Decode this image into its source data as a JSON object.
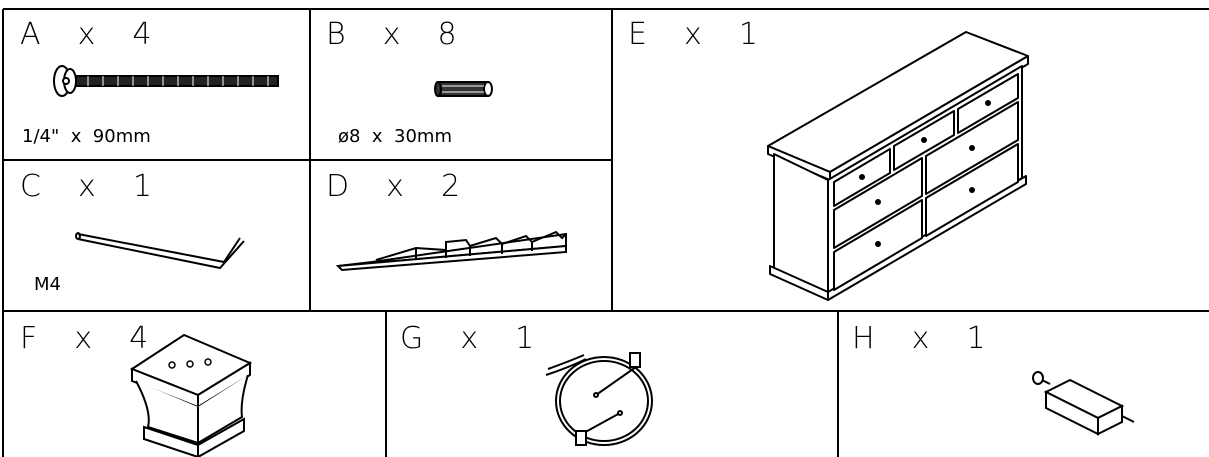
{
  "parts": {
    "A": {
      "label": "A  x  4",
      "spec": "1/4\"  x  90mm",
      "icon": "bolt-icon"
    },
    "B": {
      "label": "B  x  8",
      "spec": "ø8  x  30mm",
      "icon": "wooden-dowel-icon"
    },
    "C": {
      "label": "C  x  1",
      "spec": "M4",
      "icon": "allen-key-icon"
    },
    "D": {
      "label": "D  x  2",
      "spec": "",
      "icon": "shim-wedge-icon"
    },
    "E": {
      "label": "E  x  1",
      "spec": "",
      "icon": "dresser-icon"
    },
    "F": {
      "label": "F  x  4",
      "spec": "",
      "icon": "furniture-foot-icon"
    },
    "G": {
      "label": "G  x  1",
      "spec": "",
      "icon": "wall-anchor-strap-icon"
    },
    "H": {
      "label": "H  x  1",
      "spec": "",
      "icon": "connector-bolt-icon"
    }
  },
  "colors": {
    "line": "#000000",
    "background": "#ffffff"
  }
}
